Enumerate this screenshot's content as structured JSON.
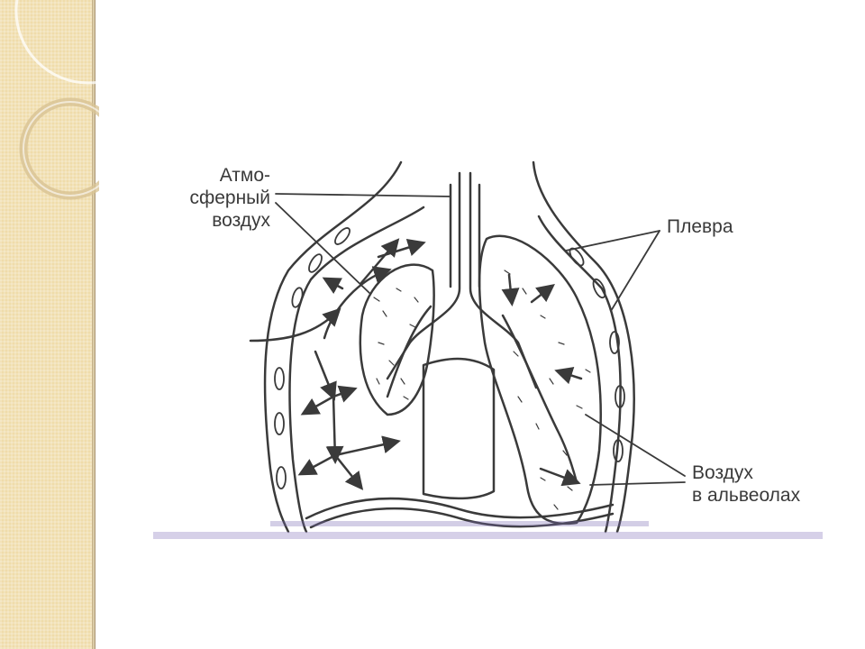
{
  "diagram": {
    "labels": {
      "atmospheric_air_line1": "Атмо-",
      "atmospheric_air_line2": "сферный",
      "atmospheric_air_line3": "воздух",
      "pleura": "Плевра",
      "alveolar_air_line1": "Воздух",
      "alveolar_air_line2": "в альвеолах"
    }
  },
  "colors": {
    "strip": "#efdcaa",
    "ink": "#3a3a3a",
    "artifact": "#6b5aa0"
  }
}
